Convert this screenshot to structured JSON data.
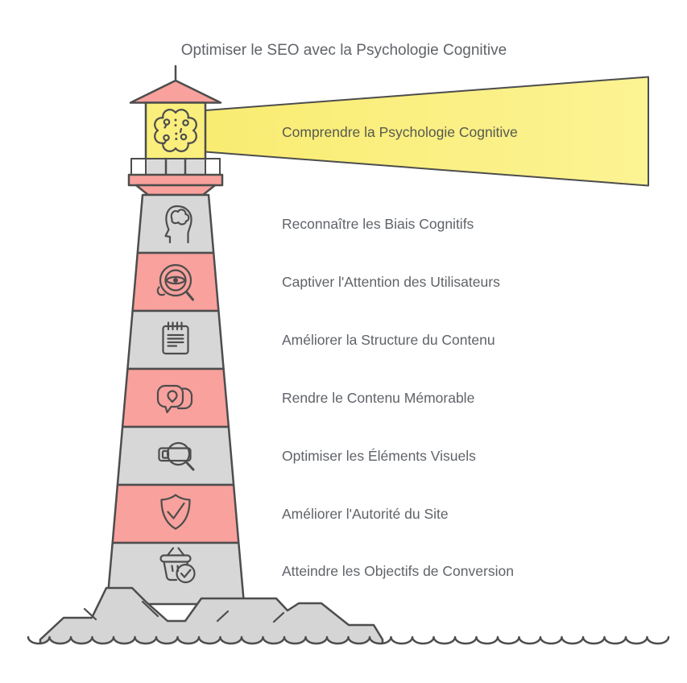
{
  "title": "Optimiser le SEO avec la Psychologie Cognitive",
  "beam": {
    "label": "Comprendre la Psychologie Cognitive",
    "icon": "circuit-brain-icon"
  },
  "steps": [
    {
      "label": "Reconnaître les Biais Cognitifs",
      "icon": "head-brain-icon",
      "band": "gray"
    },
    {
      "label": "Captiver l'Attention des Utilisateurs",
      "icon": "eye-magnifier-bubble-icon",
      "band": "pink"
    },
    {
      "label": "Améliorer la Structure du Contenu",
      "icon": "notepad-icon",
      "band": "gray"
    },
    {
      "label": "Rendre le Contenu Mémorable",
      "icon": "chat-idea-icon",
      "band": "pink"
    },
    {
      "label": "Optimiser les Éléments Visuels",
      "icon": "image-magnifier-icon",
      "band": "gray"
    },
    {
      "label": "Améliorer l'Autorité du Site",
      "icon": "shield-check-icon",
      "band": "pink"
    },
    {
      "label": "Atteindre les Objectifs de Conversion",
      "icon": "basket-check-icon",
      "band": "gray"
    }
  ],
  "colors": {
    "pink": "#F9A19D",
    "yellow": "#FAEE7D",
    "beam_yellow_start": "#F9EC72",
    "beam_yellow_end": "#FCF393",
    "gray_band": "#D7D7D7",
    "rock_gray": "#D5D5D5",
    "railing_gray": "#DADADA",
    "white": "#FFFFFF",
    "outline": "#4D4D4D",
    "text": "#5F6368",
    "beam_text": "#565950"
  }
}
